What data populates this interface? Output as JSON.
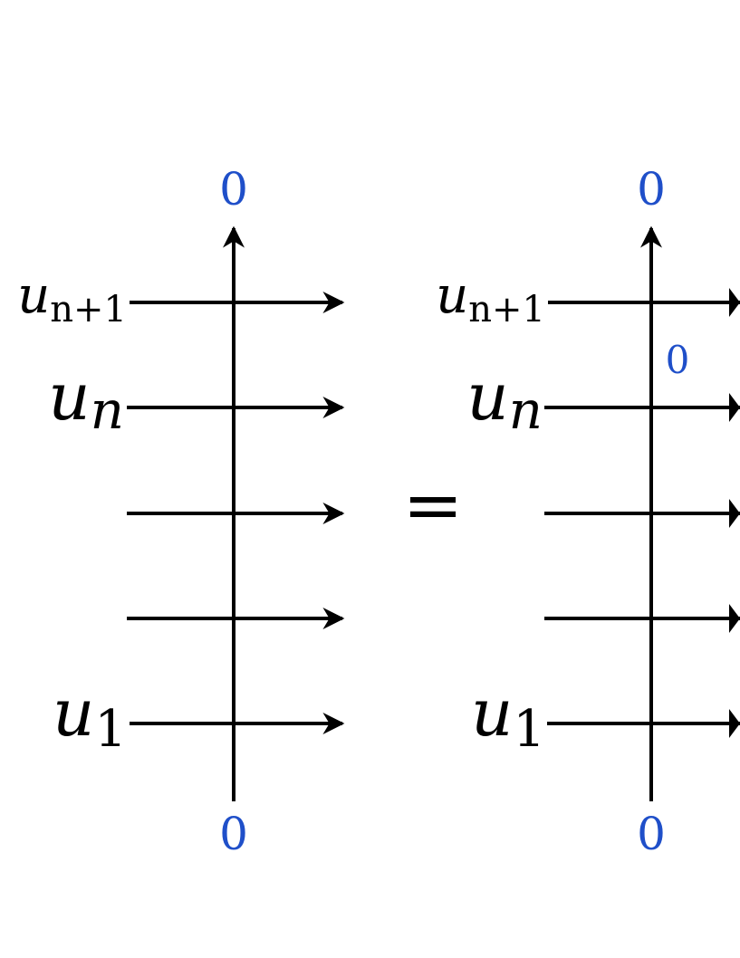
{
  "colors": {
    "line": "#000000",
    "label": "#000000",
    "boundary": "#1f4fc9"
  },
  "equals_sign": "=",
  "left_panel": {
    "top_boundary": "0",
    "bottom_boundary": "0",
    "rows": [
      {
        "label_main": "u",
        "label_sub": "n+1"
      },
      {
        "label_main": "u",
        "label_sub": "n"
      },
      {
        "label_main": "",
        "label_sub": ""
      },
      {
        "label_main": "",
        "label_sub": ""
      },
      {
        "label_main": "u",
        "label_sub": "1"
      }
    ]
  },
  "right_panel": {
    "top_boundary": "0",
    "bottom_boundary": "0",
    "inner_label": "0",
    "rows": [
      {
        "label_main": "u",
        "label_sub": "n+1"
      },
      {
        "label_main": "u",
        "label_sub": "n"
      },
      {
        "label_main": "",
        "label_sub": ""
      },
      {
        "label_main": "",
        "label_sub": ""
      },
      {
        "label_main": "u",
        "label_sub": "1"
      }
    ]
  }
}
